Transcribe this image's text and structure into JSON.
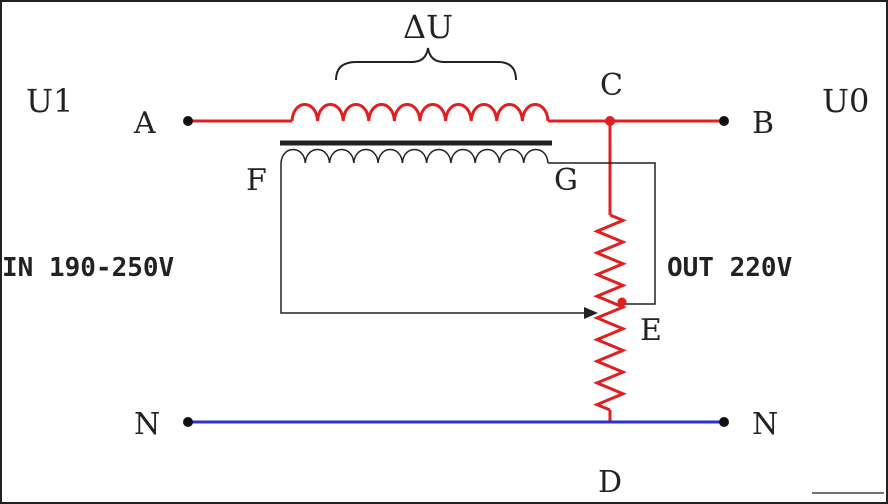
{
  "labels": {
    "delta_u": "ΔU",
    "u1": "U1",
    "u0": "U0",
    "a": "A",
    "b": "B",
    "c": "C",
    "f": "F",
    "g": "G",
    "e": "E",
    "n_left": "N",
    "n_right": "N",
    "d": "D",
    "in_range": "IN 190-250V",
    "out_value": "OUT 220V"
  },
  "colors": {
    "phase_line": "#e02020",
    "neutral_line": "#3030d0",
    "control_line": "#222222",
    "core": "#222222"
  }
}
